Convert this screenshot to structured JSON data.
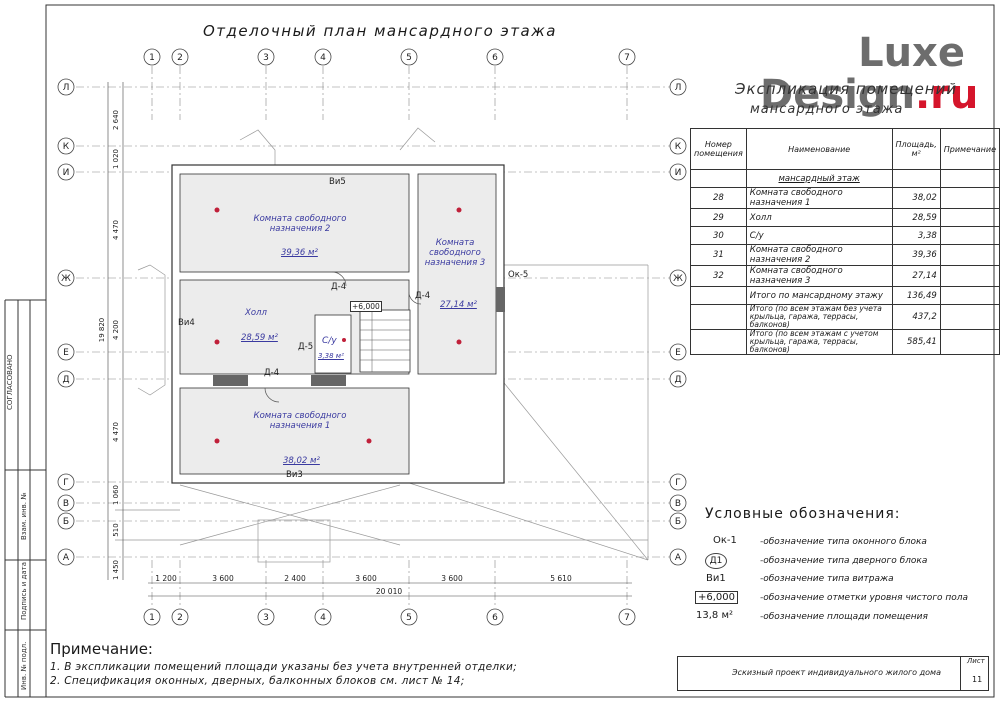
{
  "title": "Отделочный план мансардного этажа",
  "logo": {
    "line1": "Luxe",
    "line2": "Design",
    "suffix": ".ru"
  },
  "axes_top": [
    "1",
    "2",
    "3",
    "4",
    "5",
    "6",
    "7"
  ],
  "axes_side": [
    "Л",
    "К",
    "И",
    "Ж",
    "Е",
    "Д",
    "Г",
    "В",
    "Б",
    "А"
  ],
  "dims_bottom": [
    "1 200",
    "3 600",
    "2 400",
    "3 600",
    "3 600",
    "5 610"
  ],
  "dim_total_bottom": "20 010",
  "dims_left": [
    "2 640",
    "1 020",
    "4 470",
    "4 200",
    "4 470",
    "1 060",
    "510",
    "1 450"
  ],
  "dim_total_left": "19 820",
  "rooms": [
    {
      "name_l1": "Комната свободного",
      "name_l2": "назначения 2",
      "area": "39,36 м²"
    },
    {
      "name_l1": "Комната",
      "name_l2": "свободного",
      "name_l3": "назначения 3",
      "area": "27,14 м²"
    },
    {
      "name_l1": "Холл",
      "area": "28,59 м²"
    },
    {
      "name_l1": "С/у",
      "area": "3,38 м²"
    },
    {
      "name_l1": "Комната свободного",
      "name_l2": "назначения 1",
      "area": "38,02 м²"
    }
  ],
  "plan_labels": {
    "vi5": "Ви5",
    "vi4": "Ви4",
    "vi3": "Ви3",
    "d4a": "Д-4",
    "d4b": "Д-4",
    "d4c": "Д-4",
    "d5": "Д-5",
    "ok5": "Ок-5",
    "level": "+6,000"
  },
  "explication": {
    "title": "Экспликация помещений",
    "subtitle": "мансардного этажа",
    "headers": {
      "num": "Номер помещения",
      "name": "Наименование",
      "area": "Площадь, м²",
      "note": "Примечание"
    },
    "section": "мансардный этаж",
    "rows": [
      {
        "num": "28",
        "name": "Комната свободного назначения 1",
        "area": "38,02"
      },
      {
        "num": "29",
        "name": "Холл",
        "area": "28,59"
      },
      {
        "num": "30",
        "name": "С/у",
        "area": "3,38"
      },
      {
        "num": "31",
        "name": "Комната свободного назначения 2",
        "area": "39,36"
      },
      {
        "num": "32",
        "name": "Комната свободного назначения 3",
        "area": "27,14"
      }
    ],
    "total1_label": "Итого по мансардному этажу",
    "total1": "136,49",
    "total2_label": "Итого (по всем этажам без учета крыльца, гаража, террасы, балконов)",
    "total2": "437,2",
    "total3_label": "Итого (по всем этажам с учетом крыльца, гаража, террасы, балконов)",
    "total3": "585,41"
  },
  "legend": {
    "title": "Условные обозначения:",
    "items": [
      {
        "symbol": "Ок-1",
        "text": "-обозначение типа оконного блока"
      },
      {
        "symbol": "Д1",
        "text": "-обозначение типа дверного блока"
      },
      {
        "symbol": "Ви1",
        "text": "-обозначение типа витража"
      },
      {
        "symbol": "+6,000",
        "text": "-обозначение отметки уровня чистого пола"
      },
      {
        "symbol": "13,8 м²",
        "text": "-обозначение площади помещения"
      }
    ]
  },
  "notes": {
    "title": "Примечание:",
    "lines": [
      "1. В экспликации помещений площади указаны без учета внутренней отделки;",
      "2. Спецификация оконных, дверных, балконных блоков см. лист № 14;"
    ]
  },
  "stamp": {
    "text": "Эскизный проект индивидуального жилого дома",
    "sheet_label": "Лист",
    "sheet_num": "11"
  },
  "side_labels": {
    "agreed": "СОГЛАСОВАНО",
    "inv1": "Взам. инв. №",
    "sign": "Подпись и дата",
    "inv2": "Инв. № подл."
  }
}
